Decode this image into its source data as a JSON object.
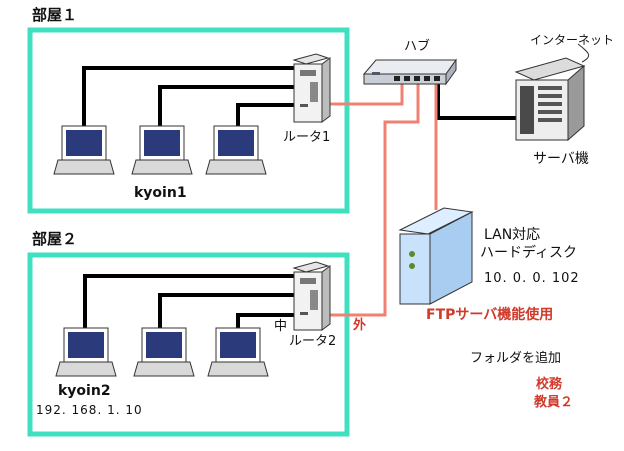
{
  "rooms": {
    "room1_title": "部屋１",
    "room2_title": "部屋２"
  },
  "devices": {
    "hub_label": "ハブ",
    "internet_label": "インターネット",
    "server_label": "サーバ機",
    "router1_label": "ルータ1",
    "router2_label": "ルータ2",
    "router2_inside": "中",
    "router2_outside": "外"
  },
  "hosts": {
    "room1_group": "kyoin1",
    "room2_group": "kyoin2",
    "room2_ip": "192. 168. 1. 10"
  },
  "nas": {
    "title_line1": "LAN対応",
    "title_line2": "ハードディスク",
    "ip": "10. 0. 0. 102",
    "ftp": "FTPサーバ機能使用"
  },
  "folders": {
    "heading": "フォルダを追加",
    "item1": "校務",
    "item2": "教員２"
  },
  "colors": {
    "room_border": "#3fe0c0",
    "lan_line": "#000000",
    "wan_line": "#f08070",
    "accent_red": "#d03a2a"
  }
}
